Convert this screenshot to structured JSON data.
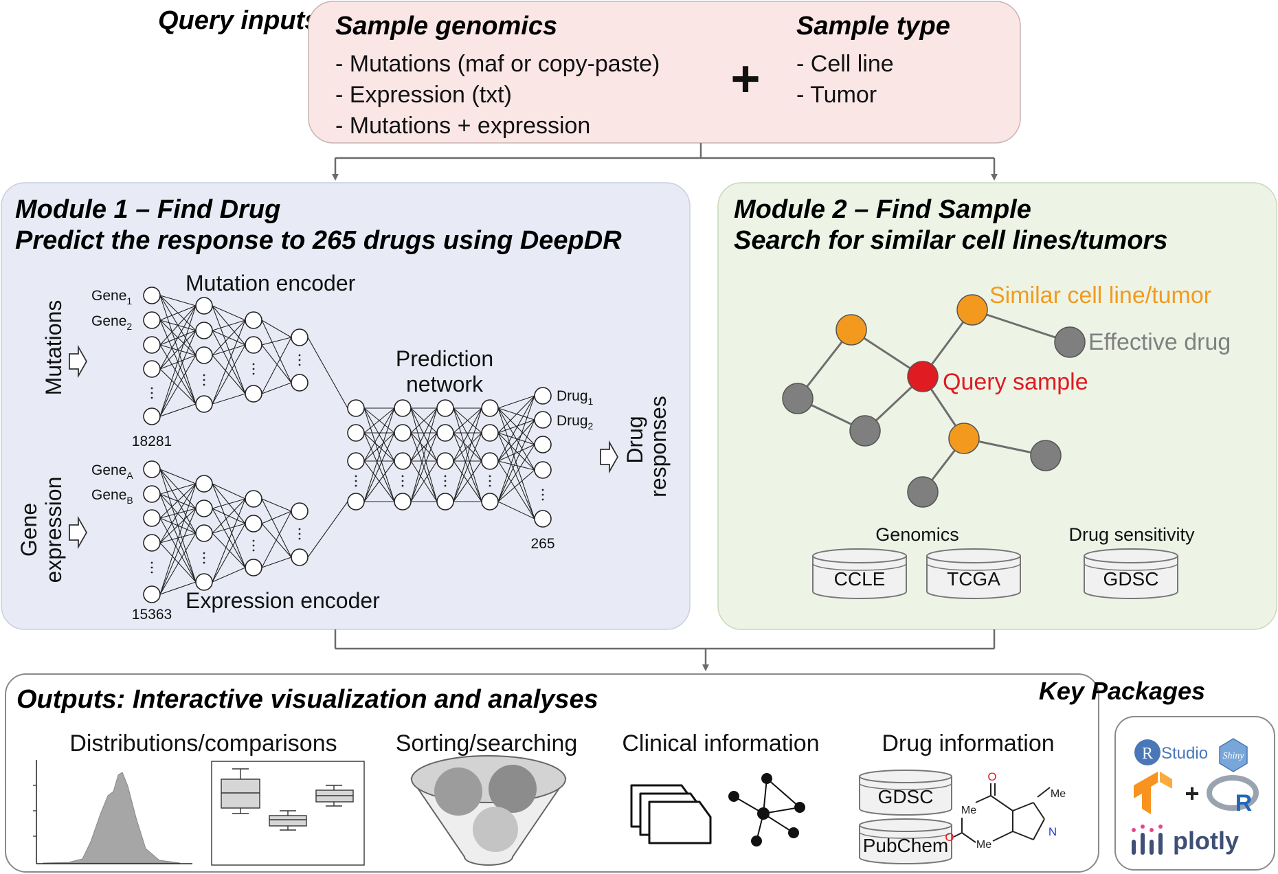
{
  "query": {
    "heading": "Query inputs",
    "genomics": {
      "title": "Sample genomics",
      "items": [
        "- Mutations (maf or copy-paste)",
        "- Expression (txt)",
        "- Mutations + expression"
      ]
    },
    "plus": "+",
    "sample_type": {
      "title": "Sample type",
      "items": [
        "- Cell line",
        "- Tumor"
      ]
    }
  },
  "module1": {
    "title": "Module 1 – Find Drug",
    "subtitle": "Predict the response to 265 drugs using DeepDR",
    "mutations_label": "Mutations",
    "gene_expression_label": [
      "Gene",
      "expression"
    ],
    "mutation_encoder": "Mutation encoder",
    "expression_encoder": "Expression encoder",
    "prediction_network": [
      "Prediction",
      "network"
    ],
    "drug_responses": [
      "Drug",
      "responses"
    ],
    "gene1": {
      "base": "Gene",
      "sub": "1"
    },
    "gene2": {
      "base": "Gene",
      "sub": "2"
    },
    "geneA": {
      "base": "Gene",
      "sub": "A"
    },
    "geneB": {
      "base": "Gene",
      "sub": "B"
    },
    "drug1": {
      "base": "Drug",
      "sub": "1"
    },
    "drug2": {
      "base": "Drug",
      "sub": "2"
    },
    "mutation_count": "18281",
    "expression_count": "15363",
    "drug_count": "265"
  },
  "module2": {
    "title": "Module 2 – Find Sample",
    "subtitle": "Search for similar cell lines/tumors",
    "similar_label": "Similar cell line/tumor",
    "effective_label": "Effective drug",
    "query_label": "Query sample",
    "genomics_label": "Genomics",
    "sensitivity_label": "Drug sensitivity",
    "db_ccle": "CCLE",
    "db_tcga": "TCGA",
    "db_gdsc": "GDSC"
  },
  "outputs": {
    "title": "Outputs: Interactive visualization and analyses",
    "distributions": "Distributions/comparisons",
    "sorting": "Sorting/searching",
    "clinical": "Clinical information",
    "drug_info": "Drug information",
    "db_gdsc": "GDSC",
    "db_pubchem": "PubChem",
    "mol_me1": "Me",
    "mol_me2": "Me",
    "mol_me3": "Me",
    "mol_n": "N",
    "mol_o": "O"
  },
  "key_packages": {
    "title": "Key Packages",
    "rstudio_r": "R",
    "rstudio_text": "Studio",
    "shiny": "Shiny",
    "tf_plus": "+",
    "r_logo": "R",
    "plotly": "plotly"
  },
  "colors": {
    "query_fill": "#fbe6e6",
    "module1_fill": "#e8ebf5",
    "module2_fill": "#edf4e6",
    "orange": "#f39a1e",
    "red": "#e01b22",
    "grey_node": "#7f7f7f",
    "orange_text": "#f39a1e",
    "grey_text": "#808080",
    "red_text": "#e01b22"
  }
}
